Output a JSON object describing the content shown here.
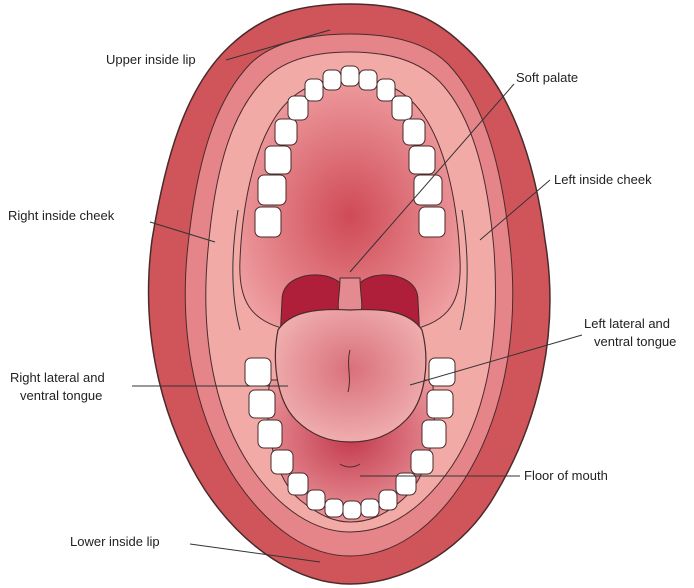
{
  "labels": {
    "upper_inside_lip": "Upper inside lip",
    "soft_palate": "Soft palate",
    "left_inside_cheek": "Left inside cheek",
    "right_inside_cheek": "Right inside cheek",
    "left_lateral_ventral_tongue": [
      "Left lateral and",
      "ventral tongue"
    ],
    "right_lateral_ventral_tongue": [
      "Right lateral and",
      "ventral tongue"
    ],
    "floor_of_mouth": "Floor of mouth",
    "lower_inside_lip": "Lower inside lip"
  },
  "colors": {
    "lip_outer": "#d0555b",
    "lip_inner": "#e5858a",
    "cheek": "#f2aaa7",
    "palate": "#e88b8f",
    "palate_center": "#cf4a57",
    "throat": "#b01f3a",
    "tongue": "#e8979a",
    "teeth": "#ffffff",
    "outline": "#4a2a2a"
  }
}
